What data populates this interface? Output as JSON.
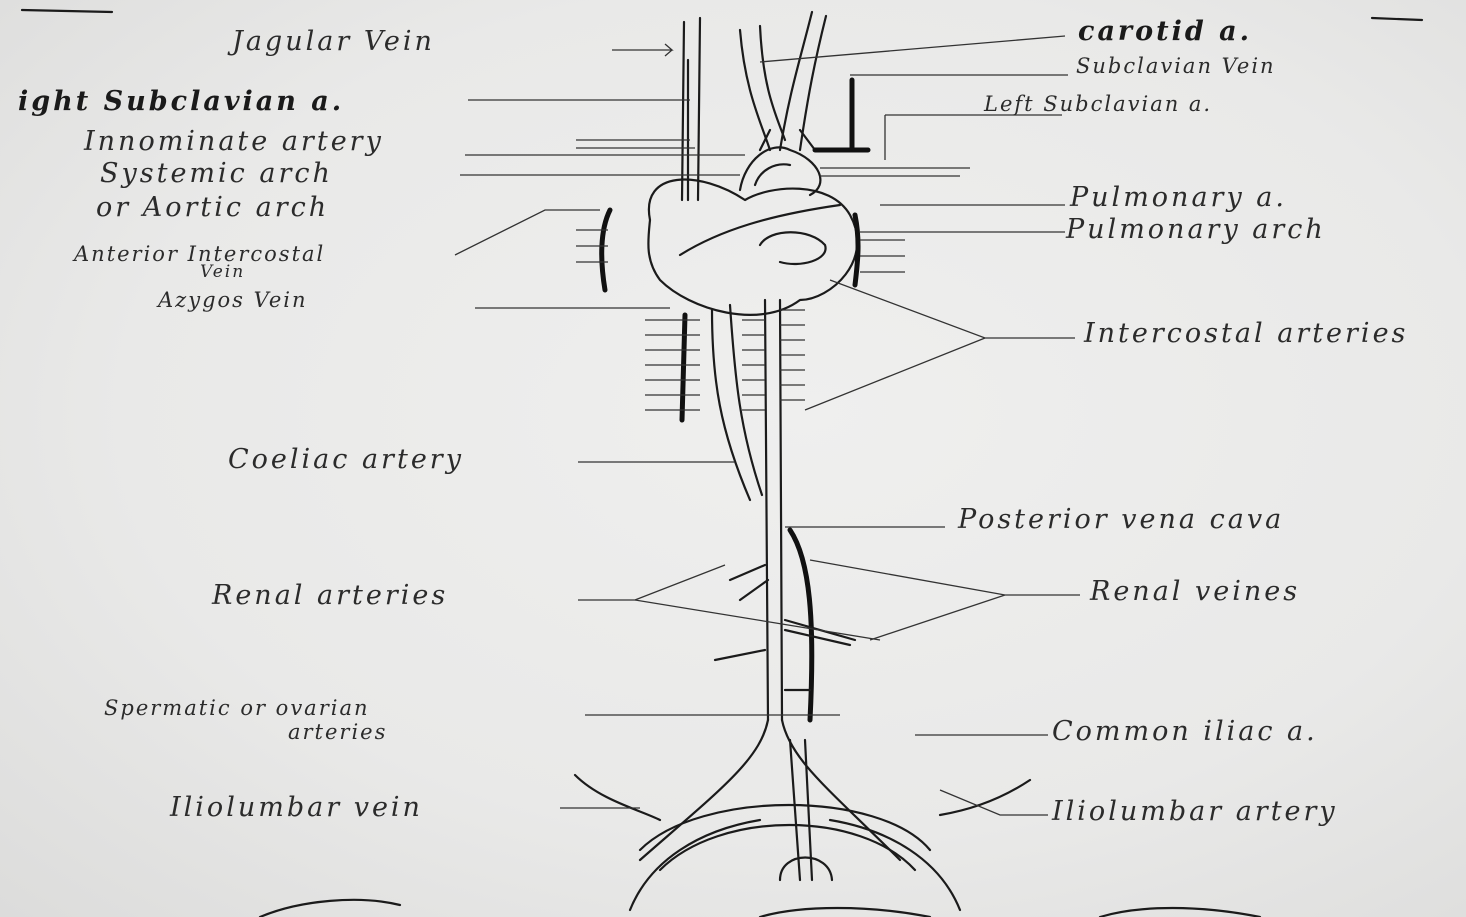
{
  "diagram": {
    "labels_left": {
      "jugular_vein": "Jagular Vein",
      "right_subclavian": "ight Subclavian a.",
      "innominate_artery": "Innominate artery",
      "systemic_arch": "Systemic arch",
      "aortic_arch": "or Aortic arch",
      "anterior_intercostal": "Anterior Intercostal",
      "anterior_intercostal_vein": "Vein",
      "azygos_vein": "Azygos Vein",
      "coeliac_artery": "Coeliac artery",
      "renal_arteries": "Renal arteries",
      "spermatic_ovarian": "Spermatic or ovarian",
      "spermatic_ovarian_2": "arteries",
      "iliolumbar_vein": "Iliolumbar vein"
    },
    "labels_right": {
      "carotid": "carotid a.",
      "subclavian_vein": "Subclavian Vein",
      "left_subclavian": "Left Subclavian a.",
      "pulmonary_a": "Pulmonary a.",
      "pulmonary_arch": "Pulmonary arch",
      "intercostal_arteries": "Intercostal arteries",
      "posterior_vena_cava": "Posterior vena cava",
      "renal_veins": "Renal veines",
      "common_iliac": "Common iliac a.",
      "iliolumbar_artery": "Iliolumbar artery"
    }
  }
}
